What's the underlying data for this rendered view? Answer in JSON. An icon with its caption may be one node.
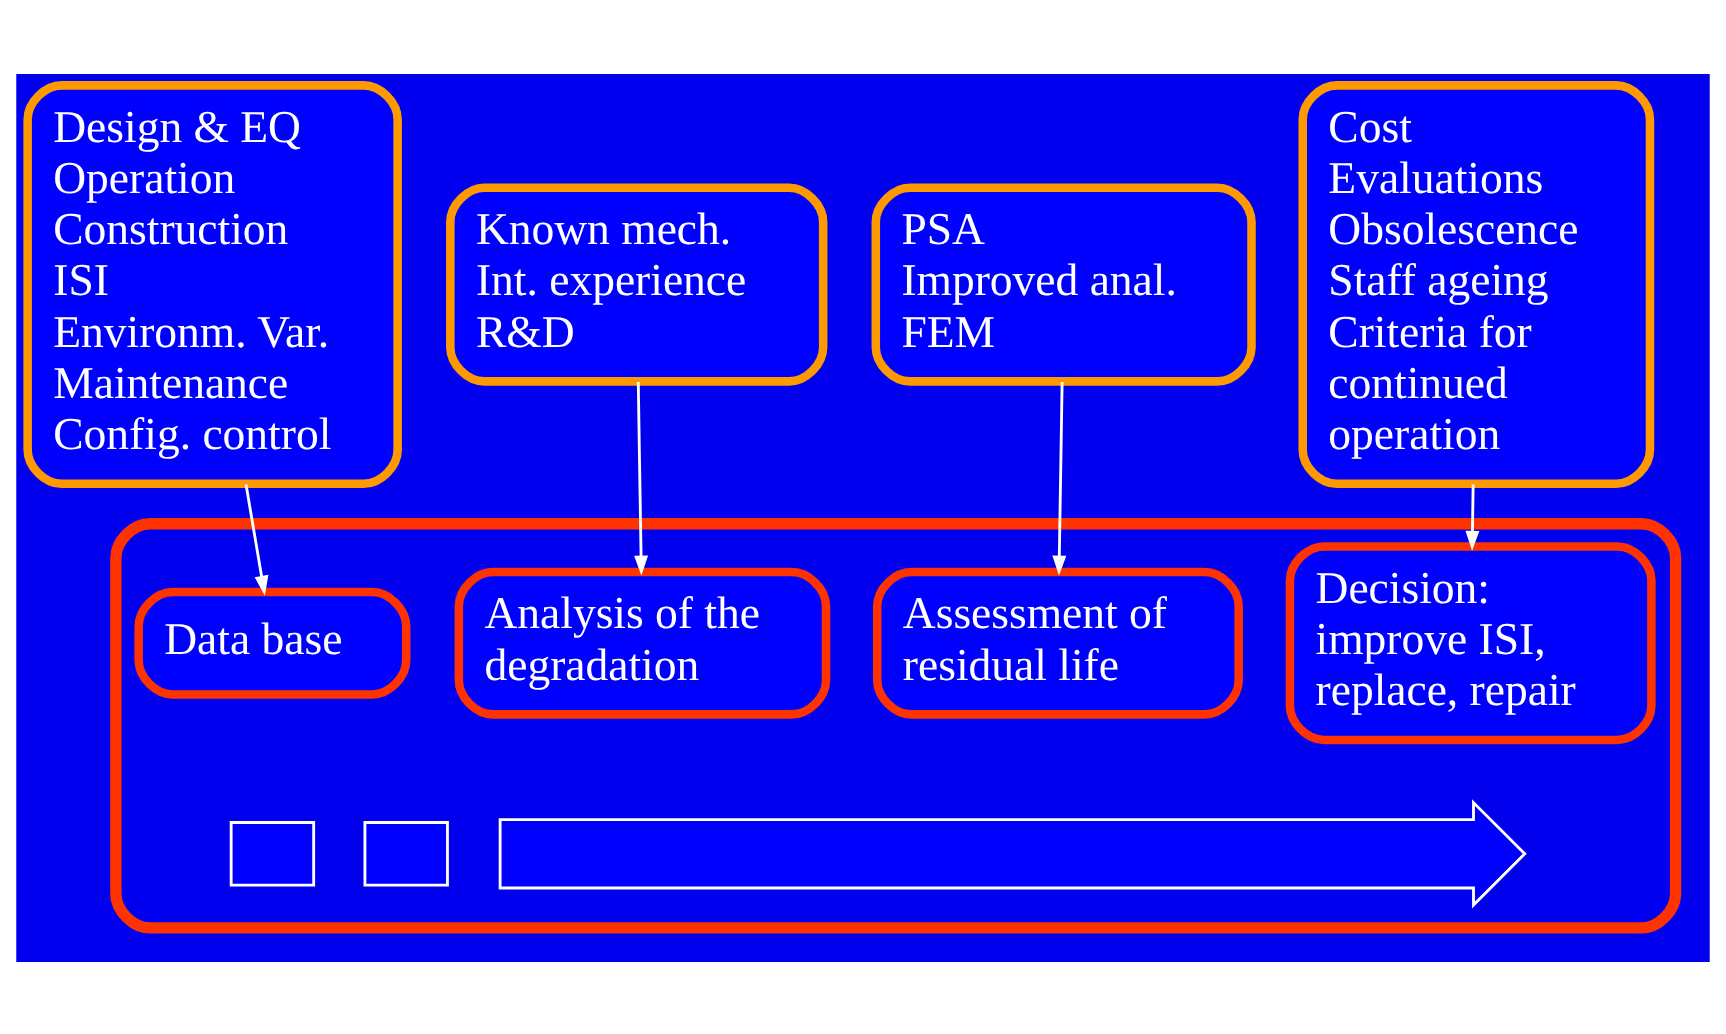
{
  "diagram": {
    "nodes": [
      {
        "text": [
          "Design & EQ",
          "Operation",
          "Construction",
          "ISI",
          "Environm. Var.",
          "Maintenance",
          "Config. control"
        ]
      },
      {
        "text": [
          "Known mech.",
          "Int. experience",
          "R&D"
        ]
      },
      {
        "text": [
          "PSA",
          "Improved anal.",
          "FEM"
        ]
      },
      {
        "text": [
          "Cost",
          "Evaluations",
          "Obsolescence",
          "Staff ageing",
          "Criteria for continued operation"
        ]
      },
      {
        "text": [],
        "shape": "box"
      },
      {
        "text": [
          "Data base"
        ],
        "in": 4
      },
      {
        "text": [
          "Analysis of the degradation"
        ],
        "in": 4
      },
      {
        "text": [
          "Assessment of residual life"
        ],
        "in": 4
      },
      {
        "text": [
          "Decision: improve ISI, replace, repair"
        ],
        "in": 4
      },
      {
        "text": [],
        "shape": "box",
        "in": 4
      },
      {
        "text": [],
        "shape": "box",
        "in": 4
      },
      {
        "text": [],
        "shape": "arrow",
        "in": 4
      }
    ],
    "edges": [
      {
        "from": 0,
        "to": 5,
        "arrow": "to"
      },
      {
        "from": 1,
        "to": 6,
        "arrow": "to"
      },
      {
        "from": 2,
        "to": 7,
        "arrow": "to"
      },
      {
        "from": 3,
        "to": 8,
        "arrow": "to"
      }
    ]
  }
}
